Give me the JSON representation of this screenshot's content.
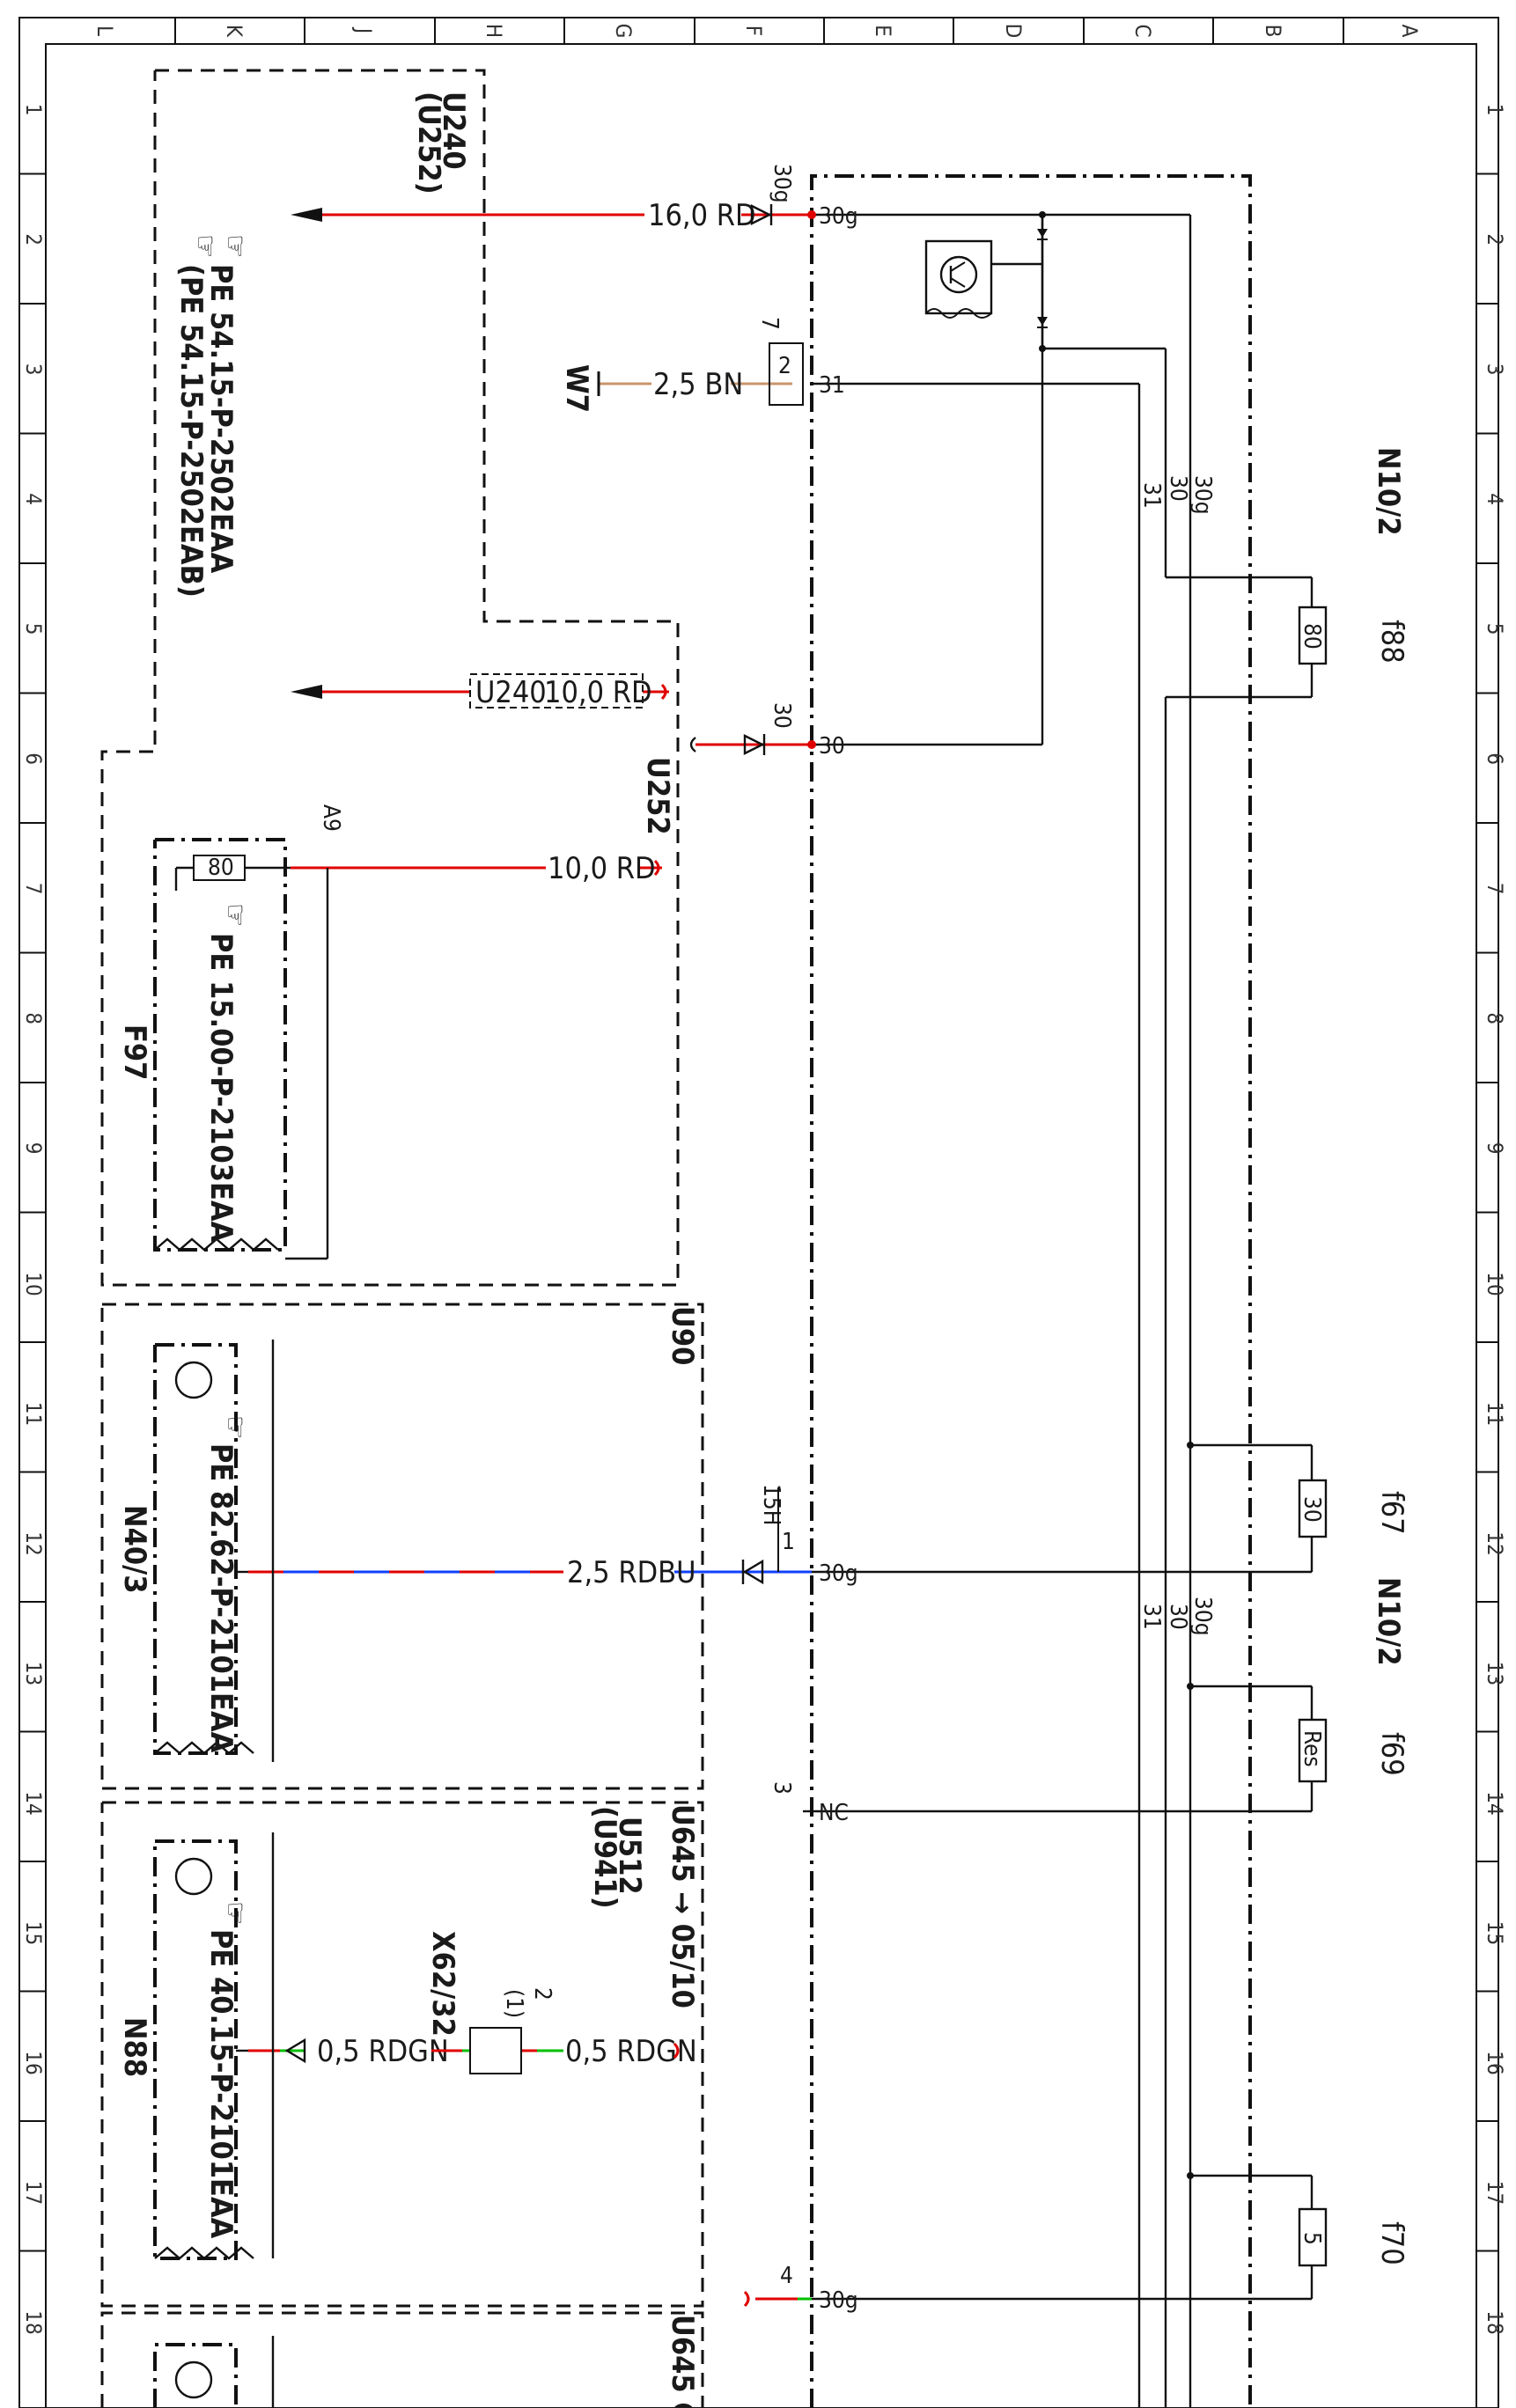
{
  "grid": {
    "columns": [
      "L",
      "K",
      "J",
      "H",
      "G",
      "F",
      "E",
      "D",
      "C",
      "B",
      "A"
    ],
    "rows": [
      "1",
      "2",
      "3",
      "4",
      "5",
      "6",
      "7",
      "8",
      "9",
      "10",
      "11",
      "12",
      "13",
      "14",
      "15",
      "16",
      "17",
      "18"
    ]
  },
  "module_labels": {
    "n10_2_top": "N10/2",
    "n10_2_mid": "N10/2"
  },
  "fuses": [
    {
      "id": "f88",
      "value": "80"
    },
    {
      "id": "f67",
      "value": "30"
    },
    {
      "id": "f69",
      "value": "Res"
    },
    {
      "id": "f70",
      "value": "5"
    }
  ],
  "bus_labels": {
    "t31": "31",
    "t30": "30",
    "t30g": "30g"
  },
  "pins": {
    "p30g_top": "30g",
    "p31": "31",
    "p30": "30",
    "p30g_mid": "30g",
    "pnc": "NC",
    "p30g_bot": "30g"
  },
  "terminal_labels": {
    "t30g": "30g",
    "t7": "7",
    "t2": "2",
    "t30": "30",
    "t15h": "15H",
    "t1": "1",
    "t3": "3",
    "t4": "4",
    "a9": "A9",
    "x62_pin2": "2",
    "x62_pin1": "(1)"
  },
  "wires": {
    "w_top": "16,0 RD",
    "w_bn": "2,5 BN",
    "w_u240": "10,0 RD",
    "w_f97": "10,0 RD",
    "w_n40": "2,5 RDBU",
    "w_rdgn_left": "0,5 RDGN",
    "w_rdgn_right": "0,5 RDGN"
  },
  "ground": "W7",
  "boxes": {
    "u240": "U240",
    "u252_paren": "(U252)",
    "u240_tag": "U240",
    "u252": "U252",
    "u90": "U90",
    "u645_a": "U645 → 05/10",
    "u512": "U512",
    "u941": "(U941)",
    "x62": "X62/32",
    "u645_b": "U645 C"
  },
  "refs": {
    "pe_5415_a": "PE 54.15-P-2502EAA",
    "pe_5415_b": "(PE 54.15-P-2502EAB)",
    "pe_1500": "PE 15.00-P-2103EAA",
    "pe_8262": "PE 82.62-P-2101EAA",
    "pe_4015": "PE 40.15-P-2101EAA"
  },
  "components": {
    "f97": "F97",
    "f97_fuse": "80",
    "n40_3": "N40/3",
    "n88": "N88"
  },
  "colors": {
    "rd": "#e00000",
    "bn": "#c8956b",
    "bu": "#1040ff",
    "gn": "#00c000",
    "ink": "#111111"
  }
}
